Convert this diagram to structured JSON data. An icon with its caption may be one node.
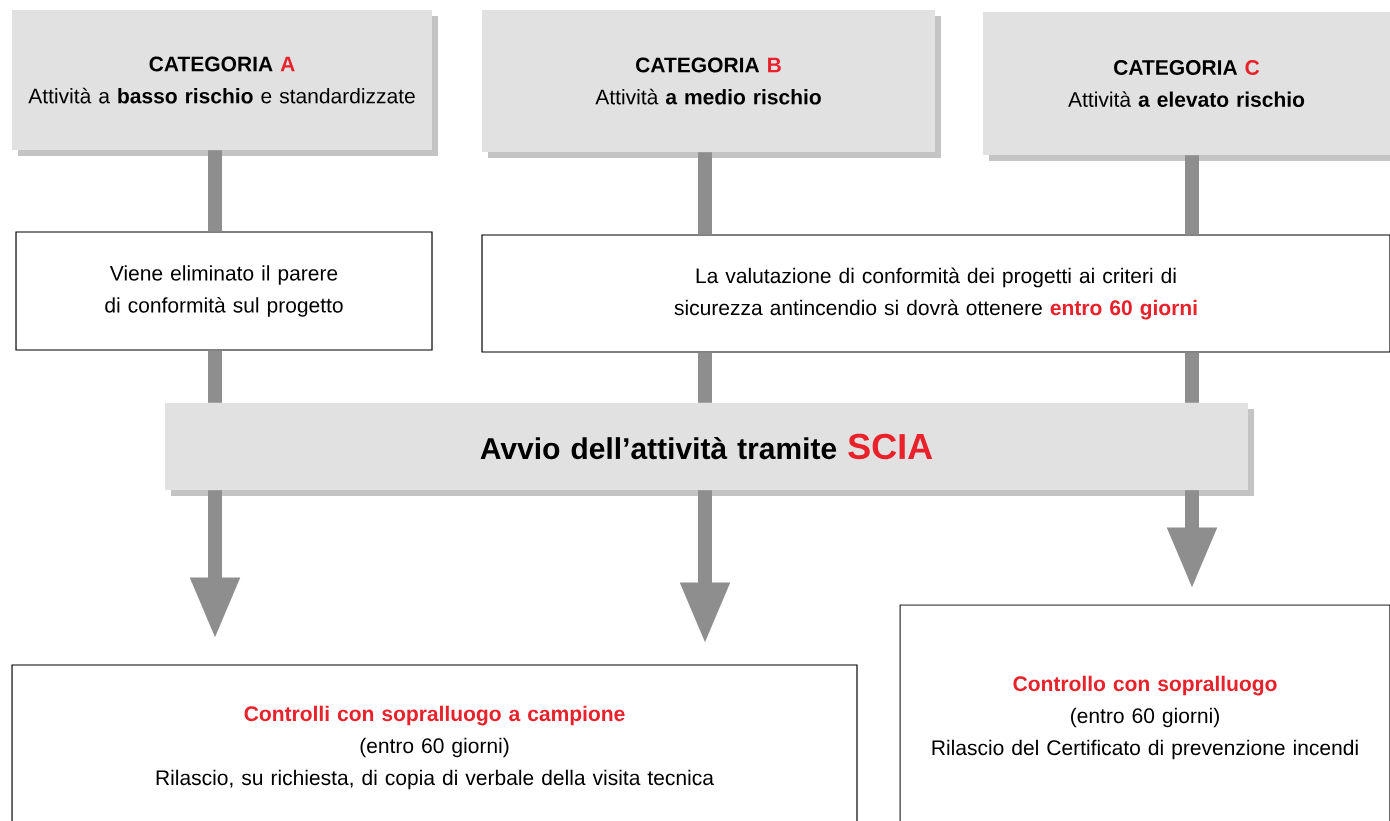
{
  "diagram": {
    "nodes": [
      {
        "text": [
          "CATEGORIA **A**",
          "Attività a **basso rischio** e standardizzate"
        ]
      },
      {
        "text": [
          "CATEGORIA **B**",
          "Attività **a medio rischio**"
        ]
      },
      {
        "text": [
          "CATEGORIA **C**",
          "Attività **a elevato rischio**"
        ]
      },
      {
        "text": [
          "Viene eliminato il parere di conformità sul progetto"
        ]
      },
      {
        "text": [
          "La valutazione di conformità dei progetti ai criteri di sicurezza antincendio si dovrà ottenere **entro 60 giorni**"
        ]
      },
      {
        "text": [
          "Avvio dell’attività tramite **SCIA**"
        ]
      },
      {
        "text": [
          "Controlli con sopralluogo a campione",
          "(entro 60 giorni)",
          "Rilascio, su richiesta, di copia di verbale della visita tecnica"
        ]
      },
      {
        "text": [
          "Controllo con sopralluogo",
          "(entro 60 giorni)",
          "Rilascio del Certificato di prevenzione incendi"
        ]
      }
    ],
    "edges": [
      {
        "from": 0,
        "to": 3,
        "arrow": "none"
      },
      {
        "from": 1,
        "to": 4,
        "arrow": "none"
      },
      {
        "from": 2,
        "to": 4,
        "arrow": "none"
      },
      {
        "from": 3,
        "to": 5,
        "arrow": "none"
      },
      {
        "from": 4,
        "to": 5,
        "arrow": "none"
      },
      {
        "from": 4,
        "to": 5,
        "arrow": "none"
      },
      {
        "from": 5,
        "to": 6,
        "arrow": "to"
      },
      {
        "from": 5,
        "to": 6,
        "arrow": "to"
      },
      {
        "from": 5,
        "to": 7,
        "arrow": "to"
      }
    ]
  }
}
